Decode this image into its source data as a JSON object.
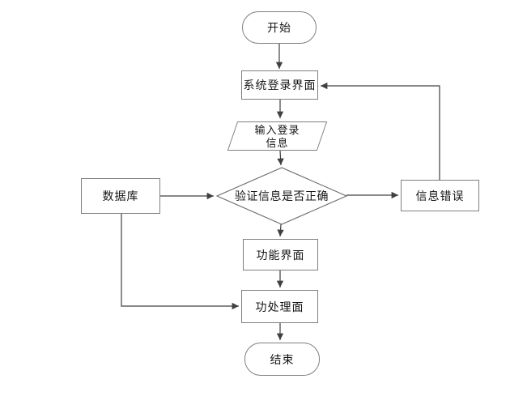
{
  "diagram": {
    "type": "flowchart",
    "background": "#ffffff",
    "colors": {
      "node_border": "#7f7f7f",
      "decision_border": "#6b6b6b",
      "edge_line": "#404040",
      "text": "#161616"
    },
    "nodes": {
      "start": {
        "shape": "terminator",
        "label": "开始"
      },
      "login": {
        "shape": "process",
        "label": "系统登录界面"
      },
      "input": {
        "shape": "io",
        "label": "输入登录信息",
        "label_line1": "输入登录",
        "label_line2": "信息"
      },
      "verify": {
        "shape": "decision",
        "label": "验证信息是否正确"
      },
      "database": {
        "shape": "process",
        "label": "数据库"
      },
      "error": {
        "shape": "process",
        "label": "信息错误"
      },
      "function": {
        "shape": "process",
        "label": "功能界面"
      },
      "process": {
        "shape": "process",
        "label": "功处理面"
      },
      "end": {
        "shape": "terminator",
        "label": "结束"
      }
    },
    "edges": [
      {
        "from": "start",
        "to": "login"
      },
      {
        "from": "login",
        "to": "input"
      },
      {
        "from": "input",
        "to": "verify"
      },
      {
        "from": "verify",
        "to": "function"
      },
      {
        "from": "function",
        "to": "process"
      },
      {
        "from": "process",
        "to": "end"
      },
      {
        "from": "database",
        "to": "verify"
      },
      {
        "from": "verify",
        "to": "error"
      },
      {
        "from": "database",
        "to": "process"
      },
      {
        "from": "error",
        "to": "login"
      }
    ]
  }
}
